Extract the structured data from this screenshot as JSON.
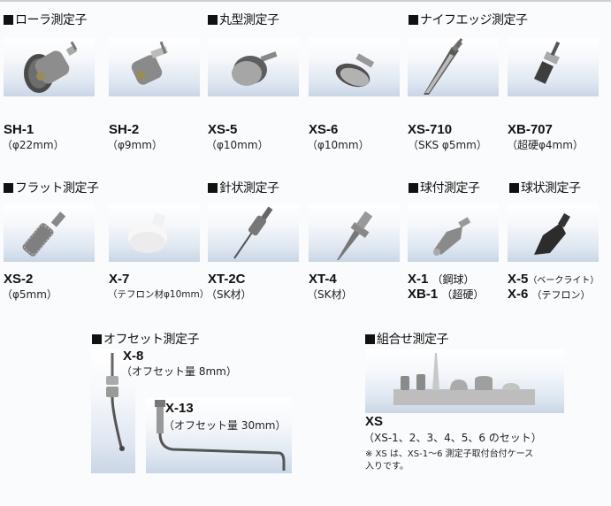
{
  "sections": {
    "roller": {
      "title": "ローラ測定子"
    },
    "round": {
      "title": "丸型測定子"
    },
    "knife": {
      "title": "ナイフエッジ測定子"
    },
    "flat": {
      "title": "フラット測定子"
    },
    "needle": {
      "title": "針状測定子"
    },
    "ball_tip": {
      "title": "球付測定子"
    },
    "ball_shape": {
      "title": "球状測定子"
    },
    "offset": {
      "title": "オフセット測定子"
    },
    "combo": {
      "title": "組合せ測定子"
    }
  },
  "products": {
    "sh1": {
      "model": "SH-1",
      "spec": "（φ22mm）"
    },
    "sh2": {
      "model": "SH-2",
      "spec": "（φ9mm）"
    },
    "xs5": {
      "model": "XS-5",
      "spec": "（φ10mm）"
    },
    "xs6": {
      "model": "XS-6",
      "spec": "（φ10mm）"
    },
    "xs710": {
      "model": "XS-710",
      "spec": "（SKS φ5mm）"
    },
    "xb707": {
      "model": "XB-707",
      "spec": "（超硬φ4mm）"
    },
    "xs2": {
      "model": "XS-2",
      "spec": "（φ5mm）"
    },
    "x7": {
      "model": "X-7",
      "spec": "（テフロン材φ10mm）"
    },
    "xt2c": {
      "model": "XT-2C",
      "spec": "（SK材）"
    },
    "xt4": {
      "model": "XT-4",
      "spec": "（SK材）"
    },
    "x1": {
      "model": "X-1",
      "spec": "（鋼球）"
    },
    "xb1": {
      "model": "XB-1",
      "spec": "（超硬）"
    },
    "x5": {
      "model": "X-5",
      "spec": "（ベークライト）"
    },
    "x6": {
      "model": "X-6",
      "spec": "（テフロン）"
    },
    "x8": {
      "model": "X-8",
      "spec": "（オフセット量 8mm）"
    },
    "x13": {
      "model": "X-13",
      "spec": "（オフセット量 30mm）"
    },
    "xs": {
      "model": "XS",
      "spec": "（XS-1、2、3、4、5、6 のセット）",
      "note_line1": "※ XS は、XS-1～6 測定子取付台付ケース",
      "note_line2": "入りです。"
    }
  },
  "colors": {
    "tile_top": "#ffffff",
    "tile_bottom": "#c9d6e6",
    "heading": "#111111"
  }
}
